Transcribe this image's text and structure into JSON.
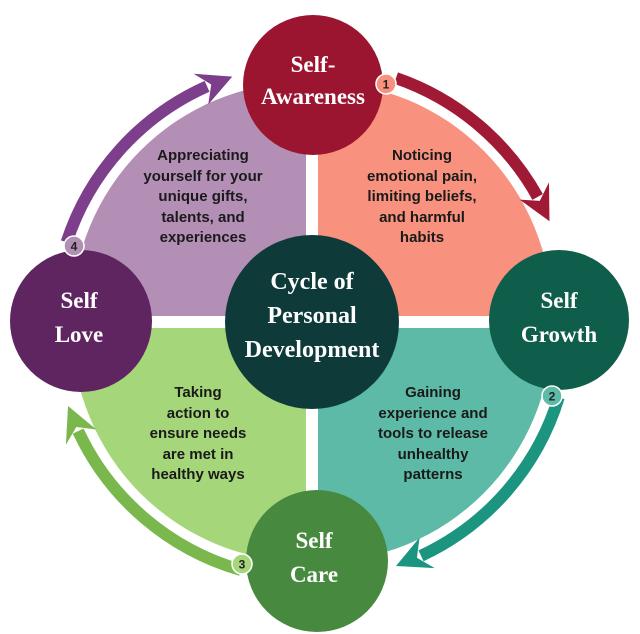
{
  "title": "Cycle of Personal Development",
  "center": {
    "lines": [
      "Cycle of",
      "Personal",
      "Development"
    ],
    "color": "#0e3b3a"
  },
  "stages": [
    {
      "number": "1",
      "name_lines": [
        "Self-",
        "Awareness"
      ],
      "node_color": "#9b1430",
      "quad_color": "#f8917e",
      "arrow_color": "#a01a35",
      "description": [
        "Noticing",
        "emotional pain,",
        "limiting beliefs,",
        "and harmful",
        "habits"
      ]
    },
    {
      "number": "2",
      "name_lines": [
        "Self",
        "Growth"
      ],
      "node_color": "#0f5e4c",
      "quad_color": "#5dbaa6",
      "arrow_color": "#1c9580",
      "description": [
        "Gaining",
        "experience and",
        "tools to release",
        "unhealthy",
        "patterns"
      ]
    },
    {
      "number": "3",
      "name_lines": [
        "Self",
        "Care"
      ],
      "node_color": "#478a3f",
      "quad_color": "#a6d67a",
      "arrow_color": "#7ab84e",
      "description": [
        "Taking",
        "action to",
        "ensure needs",
        "are met in",
        "healthy ways"
      ]
    },
    {
      "number": "4",
      "name_lines": [
        "Self",
        "Love"
      ],
      "node_color": "#5f2560",
      "quad_color": "#b38fb6",
      "arrow_color": "#7d3e8c",
      "description": [
        "Appreciating",
        "yourself for your",
        "unique gifts,",
        "talents, and",
        "experiences"
      ]
    }
  ]
}
